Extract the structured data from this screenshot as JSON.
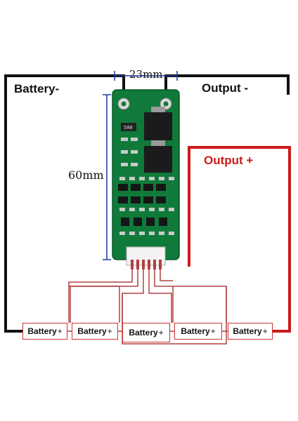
{
  "labels": {
    "battery_negative": "Battery-",
    "output_negative": "Output -",
    "output_positive": "Output +",
    "board_width": "23mm",
    "board_height": "60mm"
  },
  "battery_label": "Battery",
  "battery_terminal": "+",
  "battery_count": 5,
  "colors": {
    "wire_negative": "#111111",
    "wire_positive": "#cc1b1b",
    "balance_wire": "#b04040",
    "pcb": "#0f7a3a",
    "dimension_line": "#1a3aa0"
  }
}
